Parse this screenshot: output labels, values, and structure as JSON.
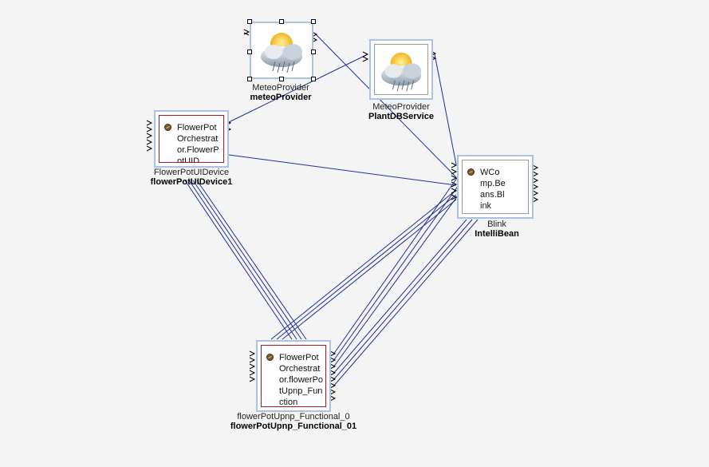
{
  "canvas": {
    "background": "#f4f4f4",
    "wire_color": "#1f2f9c",
    "frame_color": "#a9c3e2",
    "inner_border_red": "#b01818"
  },
  "nodes": {
    "meteo_provider": {
      "type_label": "MeteoProvider",
      "instance_label": "meteoProvider",
      "icon": "weather-cloud-sun-rain-icon",
      "selected": true
    },
    "plantdb_service": {
      "type_label": "MeteoProvider",
      "instance_label": "PlantDBService",
      "icon": "weather-cloud-sun-rain-icon"
    },
    "flowerpot_ui": {
      "text": "FlowerPotOrchestrator.FlowerPotUID",
      "type_label": "FlowerPotUIDevice",
      "instance_label": "flowerPotUIDevice1",
      "icon": "bean-icon"
    },
    "blink": {
      "text": "WComp.Beans.Blink",
      "type_label": "Blink",
      "instance_label": "IntelliBean",
      "icon": "bean-icon"
    },
    "flowerpot_upnp": {
      "text": "FlowerPotOrchestrator.flowerPotUpnp_Function",
      "type_label": "flowerPotUpnp_Functional_0",
      "instance_label": "flowerPotUpnp_Functional_01",
      "icon": "bean-icon"
    }
  }
}
